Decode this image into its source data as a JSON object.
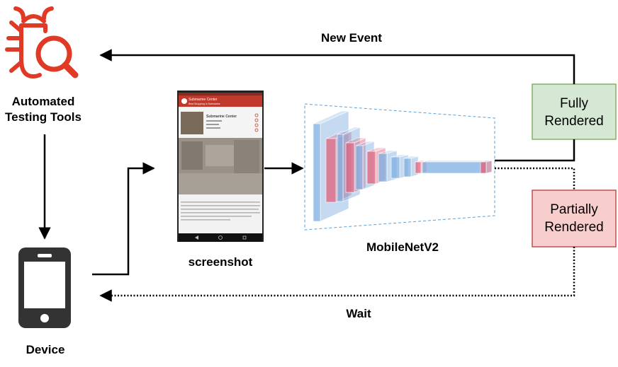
{
  "labels": {
    "tools_line1": "Automated",
    "tools_line2": "Testing Tools",
    "device": "Device",
    "screenshot": "screenshot",
    "model": "MobileNetV2",
    "new_event": "New Event",
    "wait": "Wait"
  },
  "boxes": {
    "fully": {
      "line1": "Fully",
      "line2": "Rendered",
      "fill": "#d5e8d4",
      "stroke": "#82b366"
    },
    "partially": {
      "line1": "Partially",
      "line2": "Rendered",
      "fill": "#f8cecc",
      "stroke": "#b85450"
    }
  },
  "phone_screen": {
    "app_title": "Submarine Center",
    "app_subtitle": "Best Shopping In Submarine",
    "listing_title": "Submarine Center"
  },
  "icons": {
    "tools": "bug-search-icon",
    "device": "smartphone-icon"
  },
  "colors": {
    "accent_red": "#e03a27",
    "app_bar": "#c0392b",
    "layer_blue": "#7eaee0",
    "layer_red": "#e0607a",
    "dashed_border": "#5aa0d8"
  }
}
